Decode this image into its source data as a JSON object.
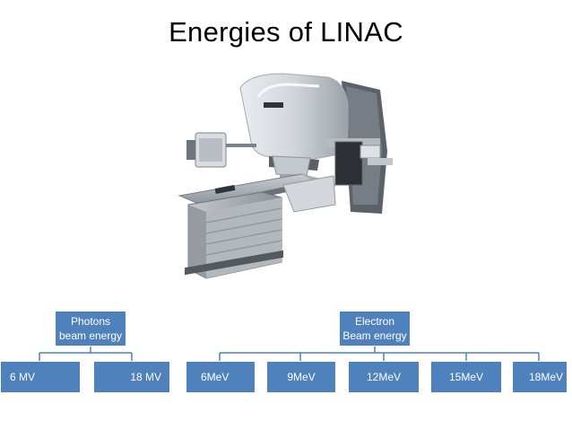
{
  "slide": {
    "title": "Energies of LINAC"
  },
  "image": {
    "description_icon": "linac-machine-icon"
  },
  "colors": {
    "box_fill": "#4f81bd",
    "connector": "#4f81bd",
    "text_on_box": "#ffffff"
  },
  "photons": {
    "label_line1": "Photons",
    "label_line2": "beam energy",
    "energies": [
      "6 MV",
      "18 MV"
    ]
  },
  "electrons": {
    "label_line1": "Electron",
    "label_line2": "Beam energy",
    "energies": [
      "6MeV",
      "9MeV",
      "12MeV",
      "15MeV",
      "18MeV"
    ]
  }
}
